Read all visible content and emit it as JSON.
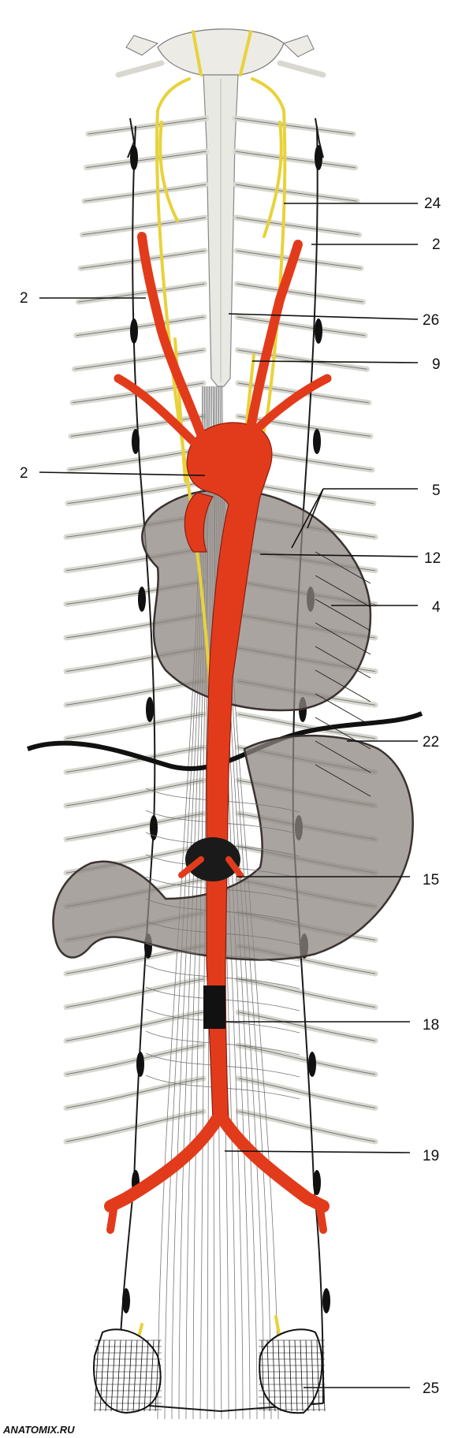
{
  "figure": {
    "labels": [
      {
        "id": "24",
        "text": "24"
      },
      {
        "id": "2a",
        "text": "2"
      },
      {
        "id": "2b",
        "text": "2"
      },
      {
        "id": "26",
        "text": "26"
      },
      {
        "id": "9",
        "text": "9"
      },
      {
        "id": "2c",
        "text": "2"
      },
      {
        "id": "5",
        "text": "5"
      },
      {
        "id": "12",
        "text": "12"
      },
      {
        "id": "4",
        "text": "4"
      },
      {
        "id": "22",
        "text": "22"
      },
      {
        "id": "15",
        "text": "15"
      },
      {
        "id": "18",
        "text": "18"
      },
      {
        "id": "19",
        "text": "19"
      },
      {
        "id": "25",
        "text": "25"
      }
    ],
    "watermark": "ANATOMIX.RU"
  },
  "colors": {
    "artery": "#e23b1c",
    "vagus": "#e8d23a",
    "organ": "#8e8681",
    "spinal_cord": "#e9e9e3",
    "sympathetic_chain": "#1a1a1a"
  }
}
